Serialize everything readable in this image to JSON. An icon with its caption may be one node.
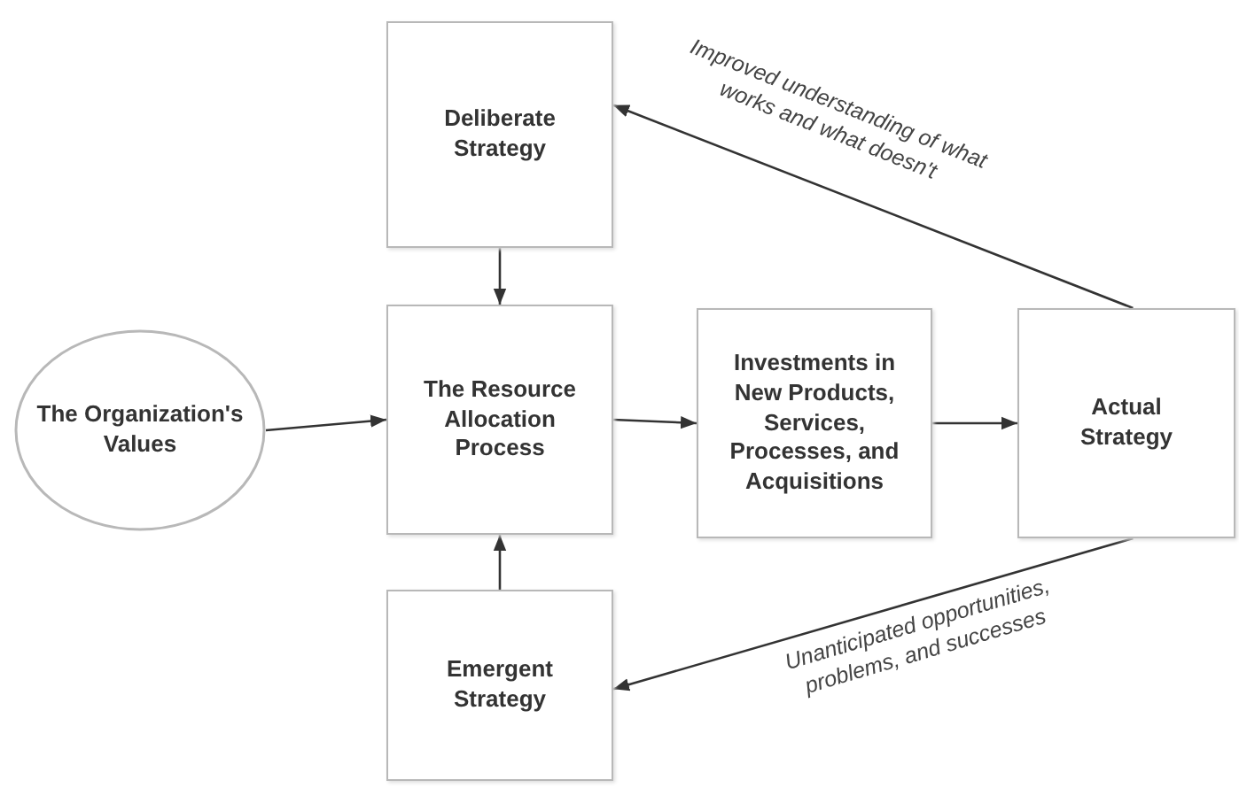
{
  "diagram": {
    "nodes": [
      {
        "text": [
          "The Organization's Values"
        ]
      },
      {
        "text": [
          "Deliberate Strategy"
        ]
      },
      {
        "text": [
          "The Resource Allocation Process"
        ]
      },
      {
        "text": [
          "Investments in New Products, Services, Processes, and Acquisitions"
        ]
      },
      {
        "text": [
          "Actual Strategy"
        ]
      },
      {
        "text": [
          "Emergent Strategy"
        ]
      }
    ],
    "edges": [
      {
        "from": 0,
        "to": 2,
        "arrow": "to"
      },
      {
        "from": 1,
        "to": 2,
        "arrow": "to"
      },
      {
        "from": 5,
        "to": 2,
        "arrow": "to"
      },
      {
        "from": 2,
        "to": 3,
        "arrow": "to"
      },
      {
        "from": 3,
        "to": 4,
        "arrow": "to"
      },
      {
        "from": 4,
        "to": 1,
        "arrow": "to",
        "label": "Improved understanding of what works and what doesn't"
      },
      {
        "from": 4,
        "to": 5,
        "arrow": "to",
        "label": "Unanticipated opportunities, problems, and successes"
      }
    ]
  }
}
